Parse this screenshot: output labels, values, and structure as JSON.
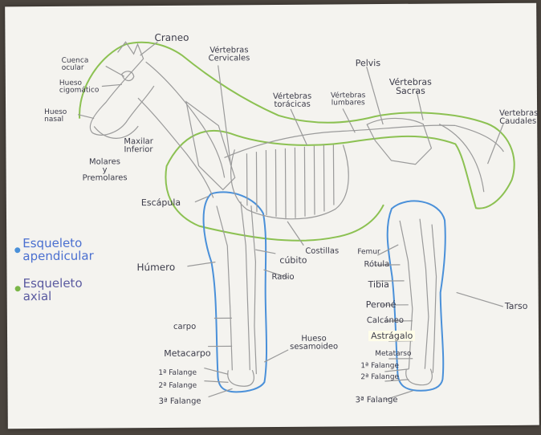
{
  "colors": {
    "appendicular": "#4a90d9",
    "axial": "#7ab648",
    "pencil": "#9a9a9a",
    "paper": "#f4f3ef"
  },
  "legend": {
    "appendicular": {
      "line1": "Esqueleto",
      "line2": "apendicular"
    },
    "axial": {
      "line1": "Esqueleto",
      "line2": "axial"
    }
  },
  "labels": {
    "craneo": "Craneo",
    "cuenca_ocular": "Cuenca\nocular",
    "hueso_cigomatico": "Hueso\ncigomático",
    "hueso_nasal": "Hueso\nnasal",
    "maxilar_inferior": "Maxilar\nInferior",
    "molares": "Molares\ny\nPremolares",
    "escapula": "Escápula",
    "vertebras_cervicales": "Vértebras\nCervicales",
    "vertebras_toracicas": "Vértebras\ntorácicas",
    "vertebras_lumbares": "Vértebras\nlumbares",
    "pelvis": "Pelvis",
    "vertebras_sacras": "Vértebras\nSacras",
    "vertebras_caudales": "Vertebras\nCaudales",
    "costillas": "Costillas",
    "cubito": "cúbito",
    "radio": "Radio",
    "humero": "Húmero",
    "carpo": "carpo",
    "metacarpo": "Metacarpo",
    "falange1_front": "1ª Falange",
    "falange2_front": "2ª Falange",
    "falange3_front": "3ª Falange",
    "hueso_sesamoideo": "Hueso\nsesamoideo",
    "femur": "Femur",
    "rotula": "Rótula",
    "tibia": "Tibia",
    "perone": "Peroné",
    "calcaneo": "Calcáneo",
    "astragalo": "Astrágalo",
    "metatarso": "Metatarso",
    "falange1_rear": "1ª Falange",
    "falange2_rear": "2ª Falange",
    "falange3_rear": "3ª Falange",
    "tarso": "Tarso"
  }
}
